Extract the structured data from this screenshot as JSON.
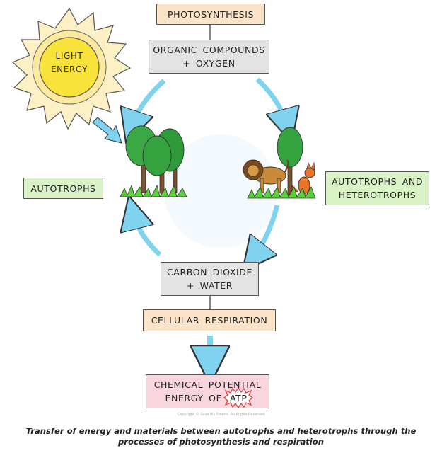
{
  "sun": {
    "label_line1": "LIGHT",
    "label_line2": "ENERGY",
    "color": "#f9e23a"
  },
  "boxes": {
    "photosynthesis": "PHOTOSYNTHESIS",
    "organic_line1": "ORGANIC COMPOUNDS",
    "organic_line2": "+ OXYGEN",
    "autotrophs": "AUTOTROPHS",
    "auto_hetero_line1": "AUTOTROPHS AND",
    "auto_hetero_line2": "HETEROTROPHS",
    "carbon_line1": "CARBON DIOXIDE",
    "carbon_line2": "+ WATER",
    "respiration": "CELLULAR RESPIRATION",
    "chem_line1": "CHEMICAL POTENTIAL",
    "chem_line2_prefix": "ENERGY OF",
    "atp": "ATP"
  },
  "colors": {
    "arrow": "#7fd3ee",
    "peach": "#fbe3c7",
    "grey": "#e3e3e3",
    "green": "#d9f2c6",
    "pink": "#f9d6de"
  },
  "copyright": "Copyright © Save My Exams. All Rights Reserved",
  "caption_line1": "Transfer of energy and materials between autotrophs and heterotrophs through the",
  "caption_line2": "processes of photosynthesis and respiration"
}
